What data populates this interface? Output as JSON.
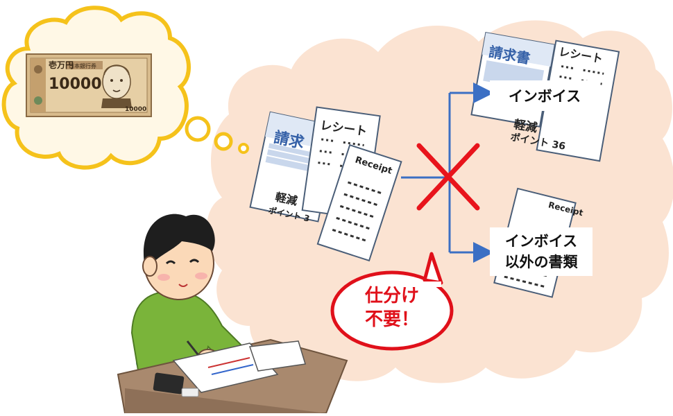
{
  "colors": {
    "cloud_fill": "#fbe3d2",
    "thought_outline": "#f5c21b",
    "thought_fill": "#fff8e6",
    "arrow": "#3b6fc4",
    "cross": "#e8141c",
    "callout": "#e0101a",
    "shirt": "#7ab43a",
    "hair": "#1e1e1e",
    "skin": "#fbd9b8",
    "desk": "#a9896e",
    "banknote": "#c9a97a"
  },
  "banknote": {
    "denomination_kanji": "壱万円",
    "amount": "10000",
    "amount_small": "10000",
    "issuer": "日本銀行券"
  },
  "documents": {
    "invoice_label": "請求書",
    "receipt_label_ja": "レシート",
    "receipt_label_en": "Receipt",
    "reduced_rate": "軽減",
    "points": "ポイント 36",
    "invoice_partial": "請求",
    "points_partial": "ポイント 3"
  },
  "labels": {
    "invoice": "インボイス",
    "non_invoice_line1": "インボイス",
    "non_invoice_line2": "以外の書類"
  },
  "callout": {
    "line1": "仕分け",
    "line2": "不要！"
  },
  "icons": {
    "thought": "thought-bubble",
    "bill": "banknote",
    "cross": "cross-mark",
    "arrow": "arrow-right"
  }
}
